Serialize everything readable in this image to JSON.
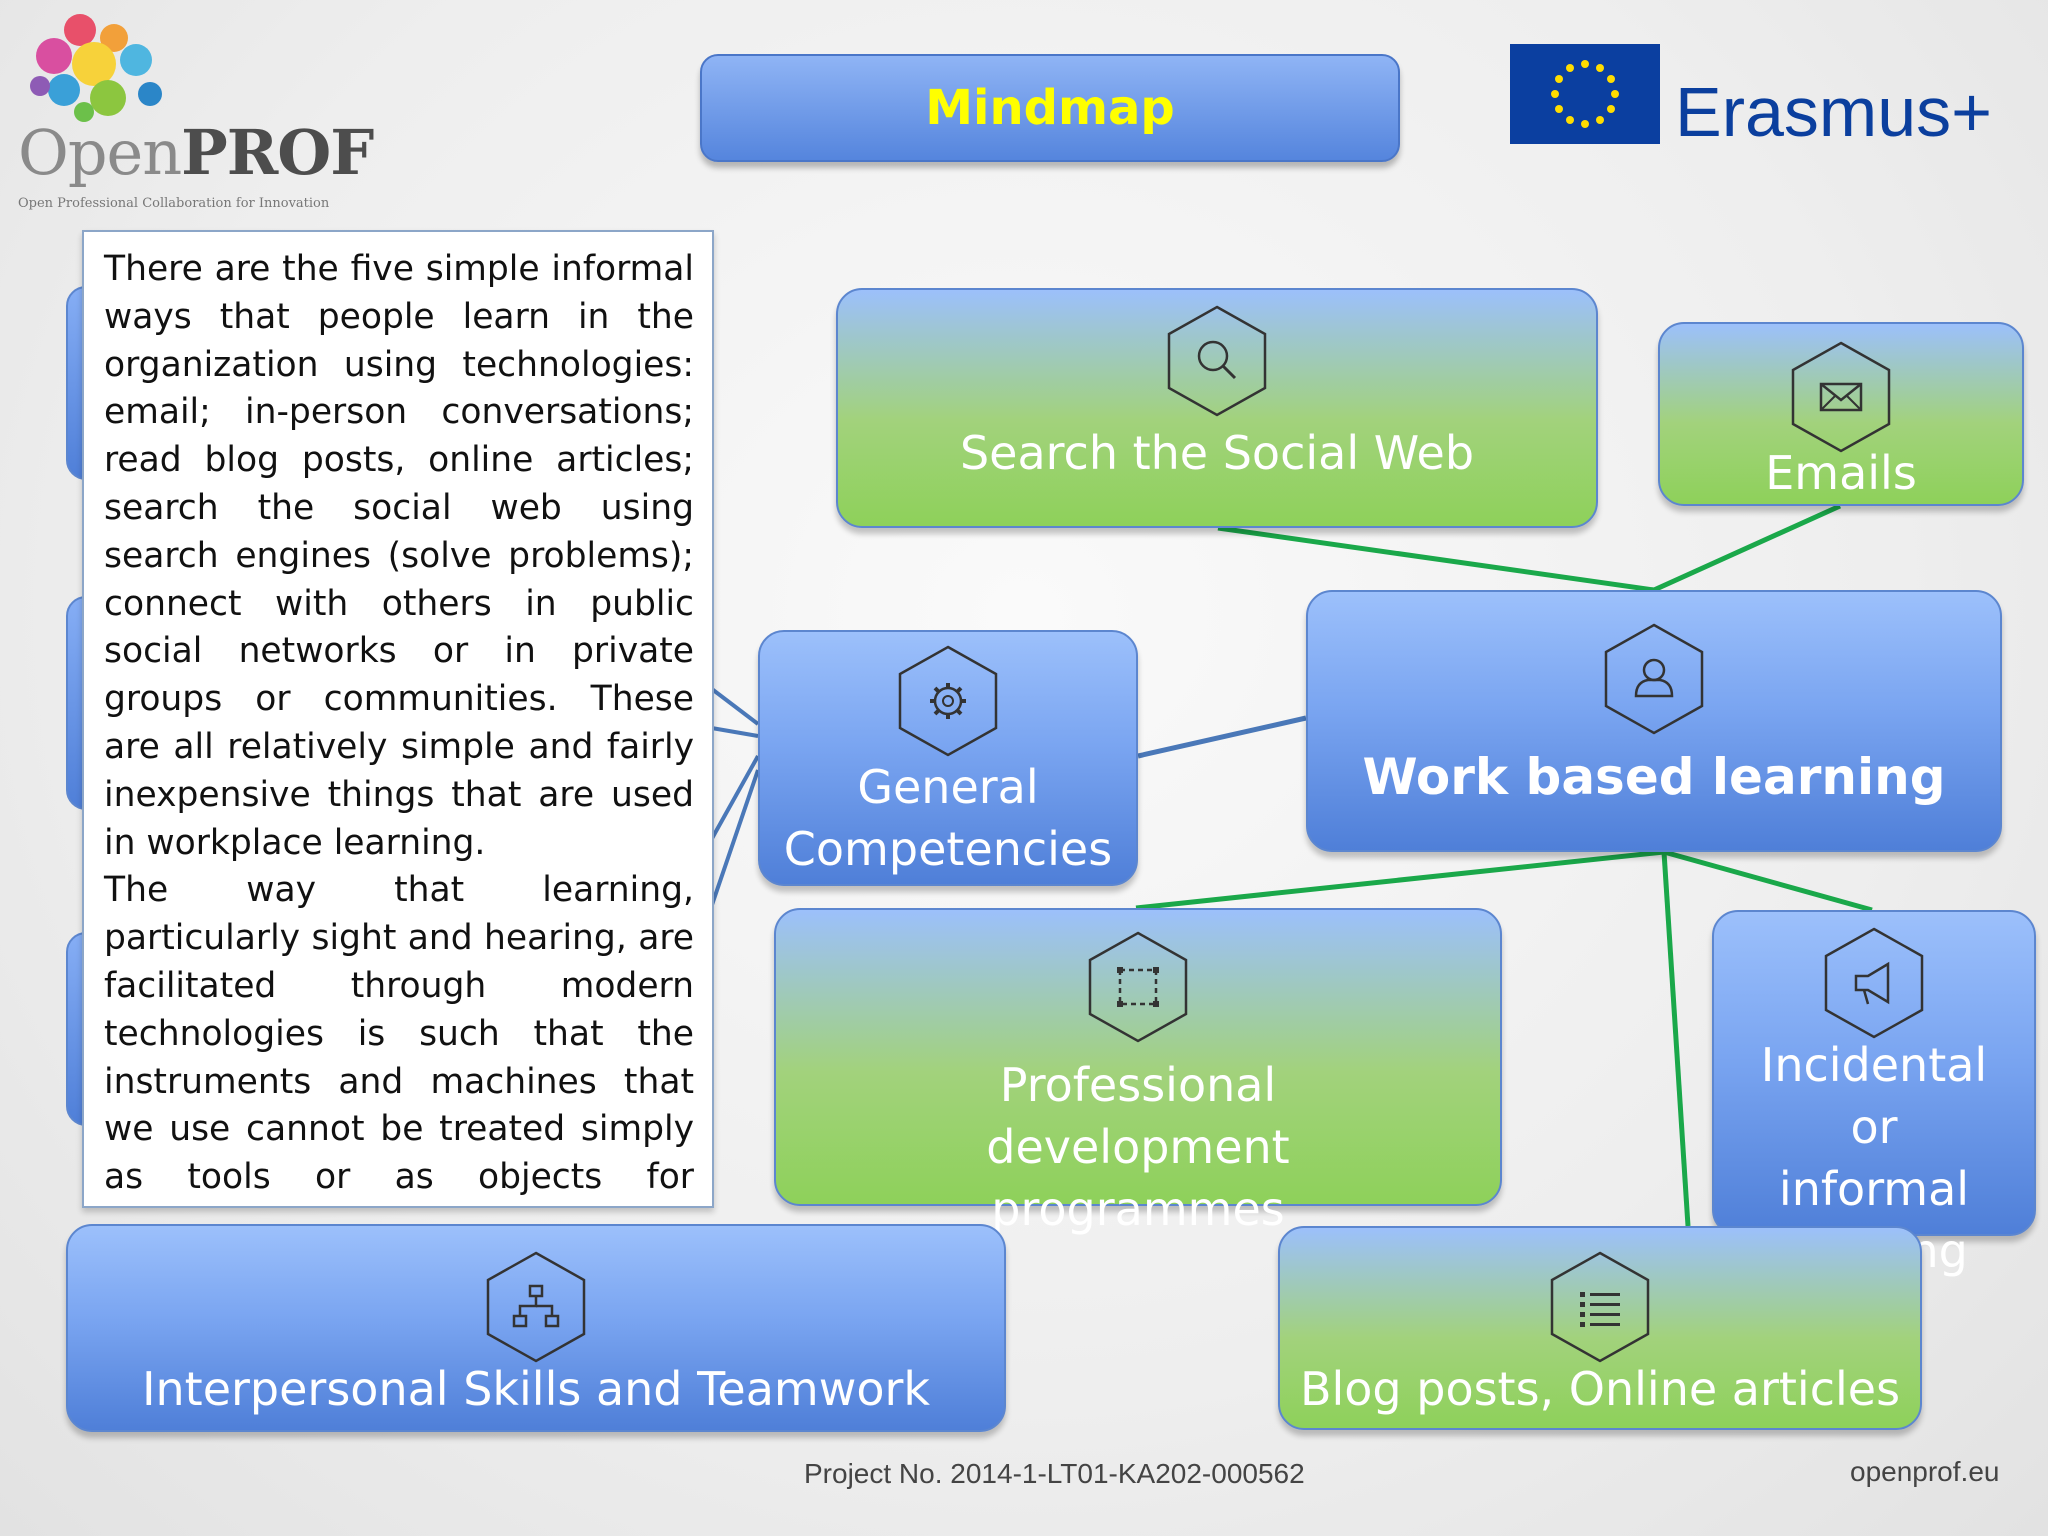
{
  "logo": {
    "brand_open": "Open",
    "brand_prof": "PROF",
    "tagline": "Open Professional Collaboration for Innovation"
  },
  "title": "Mindmap",
  "erasmus": "Erasmus+",
  "nodes": {
    "search": "Search the Social Web",
    "emails": "Emails",
    "general": "General Competencies",
    "work": "Work based learning",
    "professional": "Professional development programmes",
    "incidental": "Incidental or informal learning",
    "interpersonal": "Interpersonal Skills and Teamwork",
    "blog": "Blog posts, Online articles"
  },
  "icons": {
    "search": "search-icon",
    "emails": "envelope-icon",
    "general": "gear-icon",
    "work": "user-icon",
    "professional": "selection-frame-icon",
    "incidental": "megaphone-icon",
    "interpersonal": "org-chart-icon",
    "blog": "list-icon"
  },
  "panel": {
    "paragraph1": "There are the five simple informal ways that people learn in the organization using technologies: email; in-person conversations; read blog posts, online articles; search the social web using search engines (solve problems); connect with others in public social networks or in private groups or communities. These are all relatively simple and fairly inexpensive things that are used in workplace learning.",
    "paragraph2": "The way that learning, particularly sight and hearing, are facilitated through modern technologies is such that the instruments and machines that we use cannot be treated simply as tools or as objects for consciousness. Technologies become extension of us."
  },
  "footer": {
    "project": "Project No. 2014-1-LT01-KA202-000562",
    "site": "openprof.eu"
  },
  "colors": {
    "title_text": "#ffff00",
    "node_blue": "#5585dd",
    "node_green": "#8ed15a",
    "connector_green": "#1aa84a",
    "connector_blue": "#4a78b8",
    "eu_blue": "#0b3fa0"
  }
}
